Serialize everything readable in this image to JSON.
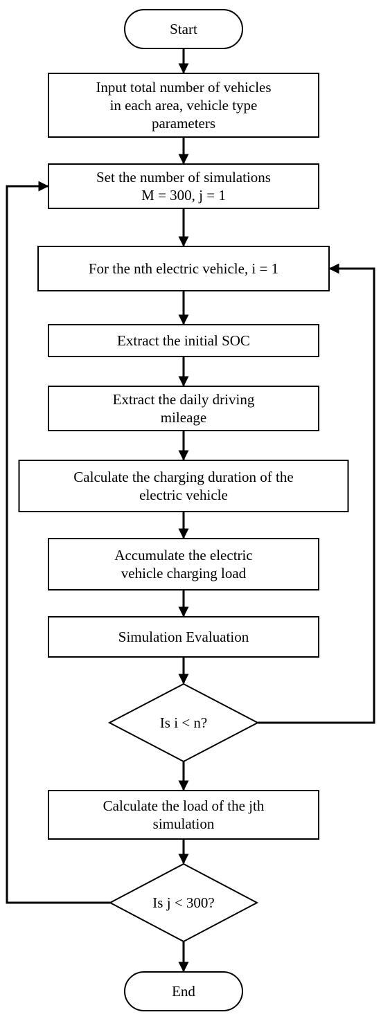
{
  "flowchart": {
    "nodes": [
      {
        "id": "start",
        "type": "terminal",
        "lines": [
          "Start"
        ]
      },
      {
        "id": "input",
        "type": "process",
        "lines": [
          "Input total number of vehicles",
          "in each area, vehicle type",
          "parameters"
        ]
      },
      {
        "id": "set-sims",
        "type": "process",
        "lines": [
          "Set the number of simulations",
          "M = 300, j = 1"
        ]
      },
      {
        "id": "for-vehicle",
        "type": "process",
        "lines": [
          "For the nth electric vehicle, i = 1"
        ]
      },
      {
        "id": "extract-soc",
        "type": "process",
        "lines": [
          "Extract the initial SOC"
        ]
      },
      {
        "id": "extract-mileage",
        "type": "process",
        "lines": [
          "Extract the daily driving",
          "mileage"
        ]
      },
      {
        "id": "calc-duration",
        "type": "process",
        "lines": [
          "Calculate the charging duration of the",
          "electric vehicle"
        ]
      },
      {
        "id": "accumulate",
        "type": "process",
        "lines": [
          "Accumulate the electric",
          "vehicle charging load"
        ]
      },
      {
        "id": "evaluation",
        "type": "process",
        "lines": [
          "Simulation Evaluation"
        ]
      },
      {
        "id": "check-i",
        "type": "decision",
        "lines": [
          "Is i < n?"
        ]
      },
      {
        "id": "calc-load",
        "type": "process",
        "lines": [
          "Calculate the load of the jth",
          "simulation"
        ]
      },
      {
        "id": "check-j",
        "type": "decision",
        "lines": [
          "Is j < 300?"
        ]
      },
      {
        "id": "end",
        "type": "terminal",
        "lines": [
          "End"
        ]
      }
    ],
    "edges": [
      {
        "from": "start",
        "to": "input"
      },
      {
        "from": "input",
        "to": "set-sims"
      },
      {
        "from": "set-sims",
        "to": "for-vehicle"
      },
      {
        "from": "for-vehicle",
        "to": "extract-soc"
      },
      {
        "from": "extract-soc",
        "to": "extract-mileage"
      },
      {
        "from": "extract-mileage",
        "to": "calc-duration"
      },
      {
        "from": "calc-duration",
        "to": "accumulate"
      },
      {
        "from": "accumulate",
        "to": "evaluation"
      },
      {
        "from": "evaluation",
        "to": "check-i"
      },
      {
        "from": "check-i",
        "to": "calc-load"
      },
      {
        "from": "check-i",
        "to": "for-vehicle",
        "loop": "right"
      },
      {
        "from": "calc-load",
        "to": "check-j"
      },
      {
        "from": "check-j",
        "to": "end"
      },
      {
        "from": "check-j",
        "to": "set-sims",
        "loop": "left"
      }
    ]
  }
}
